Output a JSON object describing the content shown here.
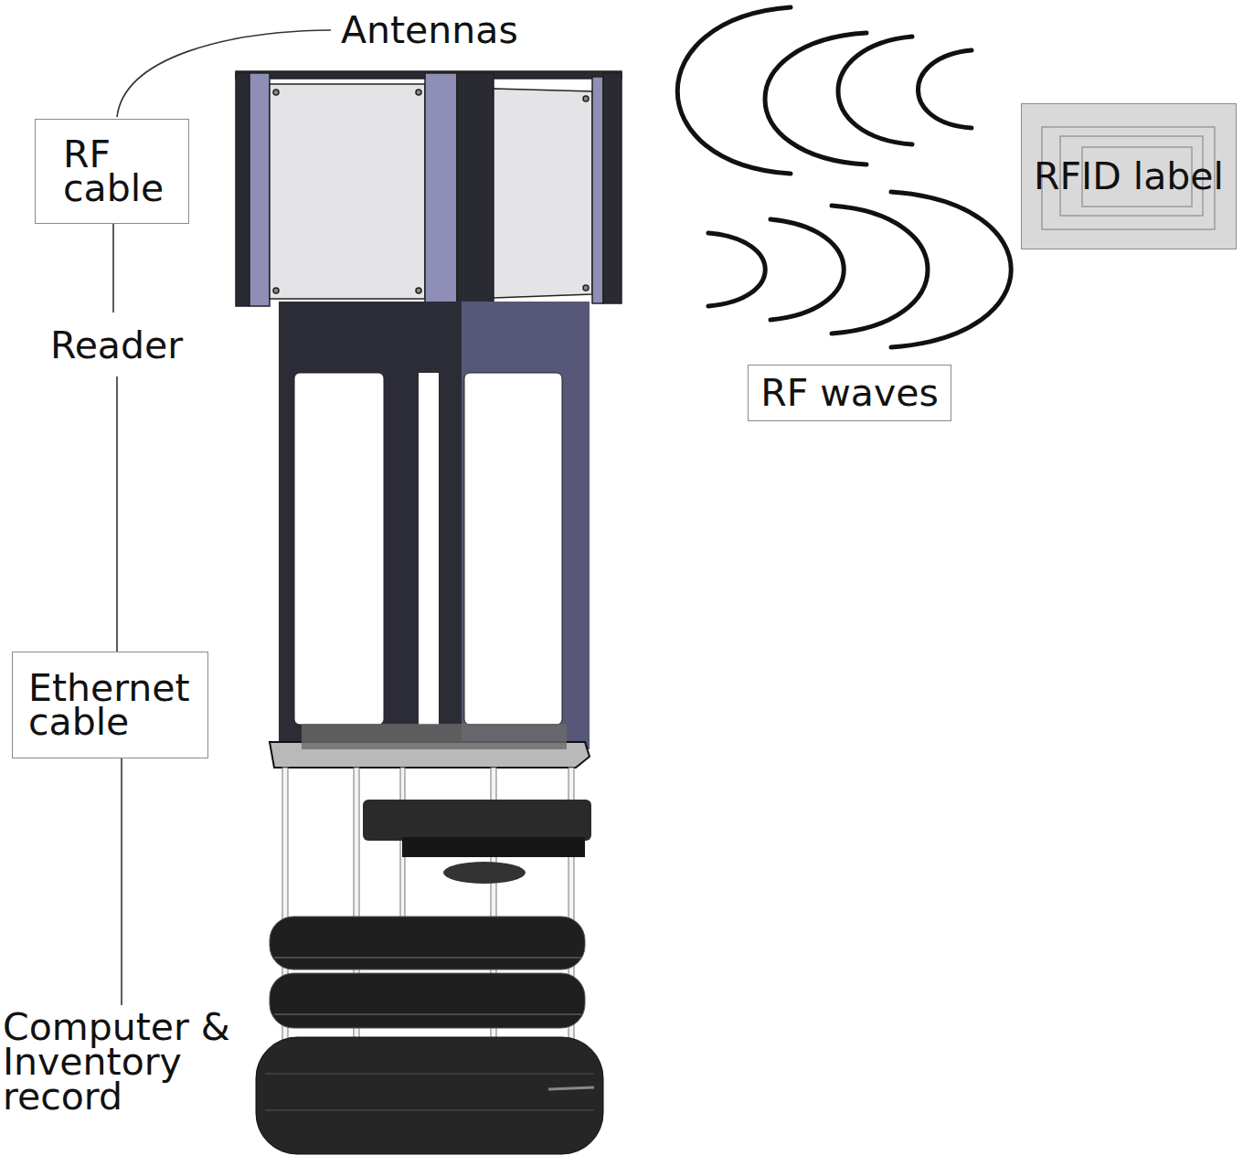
{
  "diagram": {
    "nodes": [
      {
        "text": [
          "RF cable"
        ]
      },
      {
        "text": [
          "RFID label"
        ]
      },
      {
        "text": [
          "RF waves"
        ]
      },
      {
        "text": [
          "Ethernet cable"
        ]
      }
    ],
    "labels": [
      "Antennas",
      "Reader",
      "Computer & Inventory record"
    ]
  }
}
